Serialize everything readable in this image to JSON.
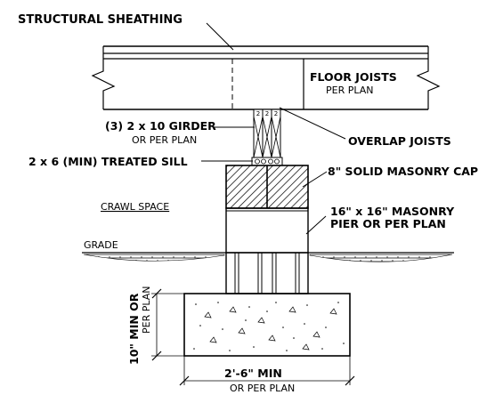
{
  "labels": {
    "structural_sheathing": "STRUCTURAL SHEATHING",
    "floor_joists": "FLOOR JOISTS",
    "floor_joists_sub": "PER PLAN",
    "girder": "(3) 2 x 10 GIRDER",
    "girder_sub": "OR PER PLAN",
    "overlap_joists": "OVERLAP JOISTS",
    "treated_sill": "2 x 6 (MIN) TREATED SILL",
    "masonry_cap": "8\" SOLID MASONRY CAP",
    "crawl_space": "CRAWL SPACE",
    "pier_line1": "16\" x 16\" MASONRY",
    "pier_line2": "PIER OR PER PLAN",
    "grade": "GRADE",
    "footing_depth": "10\" MIN OR",
    "footing_depth_sub": "PER PLAN",
    "footing_width": "2'-6\" MIN",
    "footing_width_sub": "OR PER PLAN",
    "girder_plies": [
      "2",
      "2",
      "2"
    ]
  },
  "colors": {
    "line": "#000000",
    "background": "#ffffff"
  }
}
